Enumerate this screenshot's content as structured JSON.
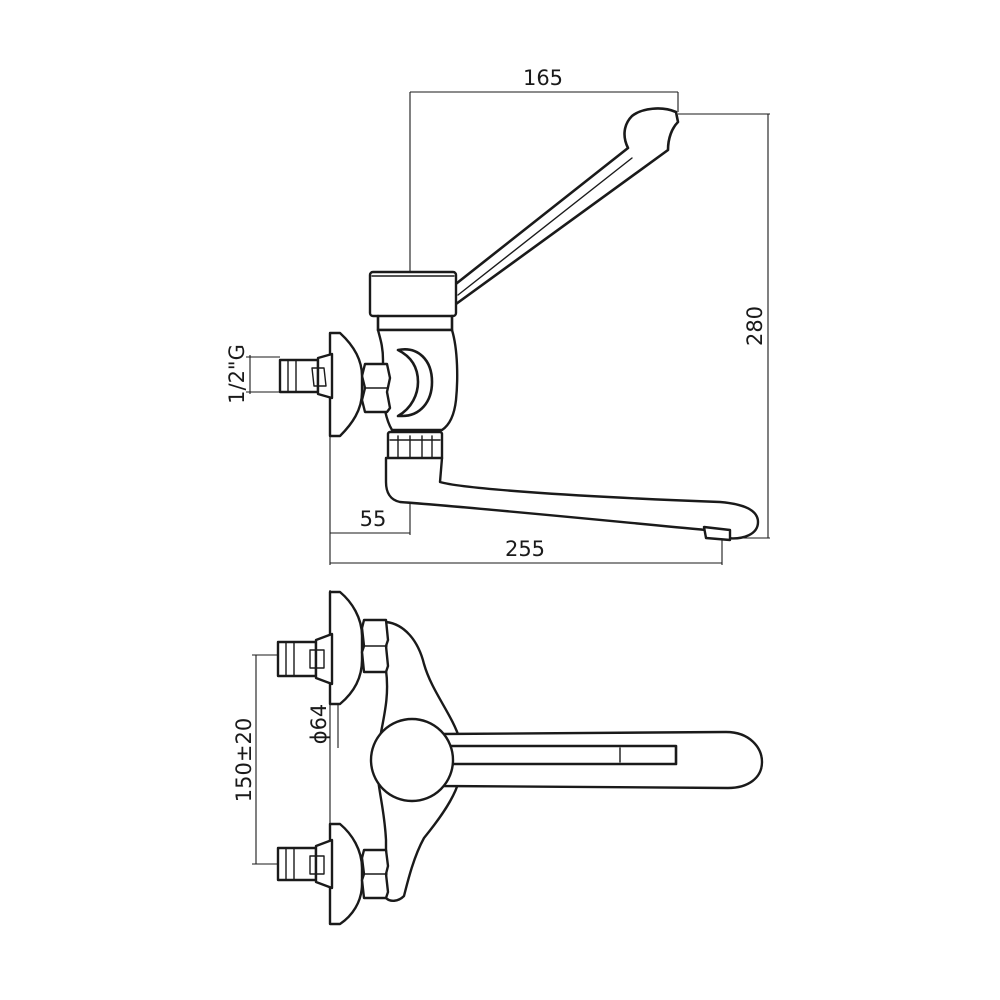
{
  "dimensions": {
    "handle_reach": "165",
    "total_height": "280",
    "inlet_thread": "1/2\"G",
    "wall_to_body": "55",
    "spout_reach": "255",
    "rosette_diameter": "ϕ64",
    "inlet_spacing": "150±20"
  }
}
